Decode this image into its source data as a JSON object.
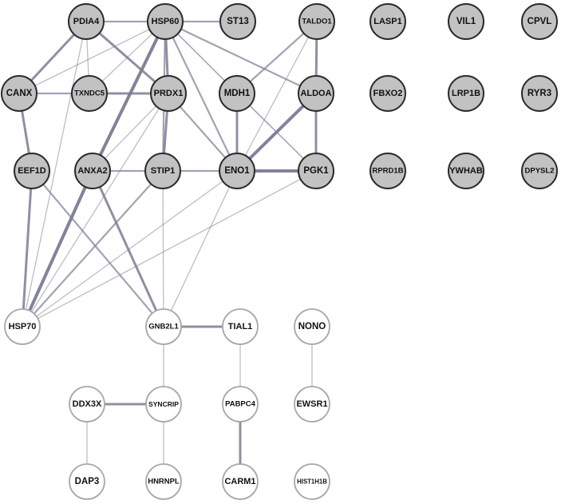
{
  "colors": {
    "filled_node": "#c2c2c2",
    "filled_stroke": "#2b2b2b",
    "open_node": "#ffffff",
    "open_stroke": "#a8a8a8",
    "edge": "#7a7c93",
    "label": "#111111"
  },
  "network": {
    "nodes": [
      {
        "id": "PDIA4",
        "label": "PDIA4",
        "style": "filled"
      },
      {
        "id": "HSP60",
        "label": "HSP60",
        "style": "filled"
      },
      {
        "id": "ST13",
        "label": "ST13",
        "style": "filled"
      },
      {
        "id": "TALDO1",
        "label": "TALDO1",
        "style": "filled"
      },
      {
        "id": "LASP1",
        "label": "LASP1",
        "style": "filled"
      },
      {
        "id": "VIL1",
        "label": "VIL1",
        "style": "filled"
      },
      {
        "id": "CPVL",
        "label": "CPVL",
        "style": "filled"
      },
      {
        "id": "CANX",
        "label": "CANX",
        "style": "filled"
      },
      {
        "id": "TXNDC5",
        "label": "TXNDC5",
        "style": "filled"
      },
      {
        "id": "PRDX1",
        "label": "PRDX1",
        "style": "filled"
      },
      {
        "id": "MDH1",
        "label": "MDH1",
        "style": "filled"
      },
      {
        "id": "ALDOA",
        "label": "ALDOA",
        "style": "filled"
      },
      {
        "id": "FBXO2",
        "label": "FBXO2",
        "style": "filled"
      },
      {
        "id": "LRP1B",
        "label": "LRP1B",
        "style": "filled"
      },
      {
        "id": "RYR3",
        "label": "RYR3",
        "style": "filled"
      },
      {
        "id": "EEF1D",
        "label": "EEF1D",
        "style": "filled"
      },
      {
        "id": "ANXA2",
        "label": "ANXA2",
        "style": "filled"
      },
      {
        "id": "STIP1",
        "label": "STIP1",
        "style": "filled"
      },
      {
        "id": "ENO1",
        "label": "ENO1",
        "style": "filled"
      },
      {
        "id": "PGK1",
        "label": "PGK1",
        "style": "filled"
      },
      {
        "id": "RPRD1B",
        "label": "RPRD1B",
        "style": "filled"
      },
      {
        "id": "YWHAB",
        "label": "YWHAB",
        "style": "filled"
      },
      {
        "id": "DPYSL2",
        "label": "DPYSL2",
        "style": "filled"
      },
      {
        "id": "HSP70",
        "label": "HSP70",
        "style": "open"
      },
      {
        "id": "GNB2L1",
        "label": "GNB2L1",
        "style": "open"
      },
      {
        "id": "TIAL1",
        "label": "TIAL1",
        "style": "open"
      },
      {
        "id": "NONO",
        "label": "NONO",
        "style": "open"
      },
      {
        "id": "DDX3X",
        "label": "DDX3X",
        "style": "open"
      },
      {
        "id": "SYNCRIP",
        "label": "SYNCRIP",
        "style": "open"
      },
      {
        "id": "PABPC4",
        "label": "PABPC4",
        "style": "open"
      },
      {
        "id": "EWSR1",
        "label": "EWSR1",
        "style": "open"
      },
      {
        "id": "DAP3",
        "label": "DAP3",
        "style": "open"
      },
      {
        "id": "HNRNPL",
        "label": "HNRNPL",
        "style": "open"
      },
      {
        "id": "CARM1",
        "label": "CARM1",
        "style": "open"
      },
      {
        "id": "HIST1H1B",
        "label": "HIST1H1B",
        "style": "open"
      }
    ],
    "edges": [
      {
        "source": "PDIA4",
        "target": "HSP60",
        "weight": 2
      },
      {
        "source": "PDIA4",
        "target": "CANX",
        "weight": 3
      },
      {
        "source": "PDIA4",
        "target": "TXNDC5",
        "weight": 1
      },
      {
        "source": "PDIA4",
        "target": "PRDX1",
        "weight": 3
      },
      {
        "source": "PDIA4",
        "target": "HSP70",
        "weight": 1
      },
      {
        "source": "HSP60",
        "target": "ST13",
        "weight": 2
      },
      {
        "source": "HSP60",
        "target": "CANX",
        "weight": 1
      },
      {
        "source": "HSP60",
        "target": "TXNDC5",
        "weight": 1
      },
      {
        "source": "HSP60",
        "target": "PRDX1",
        "weight": 3
      },
      {
        "source": "HSP60",
        "target": "MDH1",
        "weight": 1
      },
      {
        "source": "HSP60",
        "target": "ALDOA",
        "weight": 2
      },
      {
        "source": "HSP60",
        "target": "ENO1",
        "weight": 2
      },
      {
        "source": "HSP60",
        "target": "PGK1",
        "weight": 1
      },
      {
        "source": "HSP60",
        "target": "ANXA2",
        "weight": 4
      },
      {
        "source": "HSP60",
        "target": "STIP1",
        "weight": 2
      },
      {
        "source": "TALDO1",
        "target": "MDH1",
        "weight": 2
      },
      {
        "source": "TALDO1",
        "target": "ALDOA",
        "weight": 3
      },
      {
        "source": "TALDO1",
        "target": "ENO1",
        "weight": 1
      },
      {
        "source": "CANX",
        "target": "TXNDC5",
        "weight": 2
      },
      {
        "source": "CANX",
        "target": "EEF1D",
        "weight": 3
      },
      {
        "source": "TXNDC5",
        "target": "PRDX1",
        "weight": 3
      },
      {
        "source": "PRDX1",
        "target": "STIP1",
        "weight": 3
      },
      {
        "source": "PRDX1",
        "target": "ENO1",
        "weight": 2
      },
      {
        "source": "PRDX1",
        "target": "ANXA2",
        "weight": 1
      },
      {
        "source": "PRDX1",
        "target": "HSP70",
        "weight": 1
      },
      {
        "source": "MDH1",
        "target": "ENO1",
        "weight": 3
      },
      {
        "source": "MDH1",
        "target": "PGK1",
        "weight": 1
      },
      {
        "source": "ALDOA",
        "target": "ENO1",
        "weight": 4
      },
      {
        "source": "ALDOA",
        "target": "PGK1",
        "weight": 3
      },
      {
        "source": "EEF1D",
        "target": "HSP70",
        "weight": 3
      },
      {
        "source": "EEF1D",
        "target": "GNB2L1",
        "weight": 2
      },
      {
        "source": "ANXA2",
        "target": "HSP70",
        "weight": 4
      },
      {
        "source": "ANXA2",
        "target": "GNB2L1",
        "weight": 3
      },
      {
        "source": "ANXA2",
        "target": "ENO1",
        "weight": 2
      },
      {
        "source": "STIP1",
        "target": "HSP70",
        "weight": 2
      },
      {
        "source": "STIP1",
        "target": "GNB2L1",
        "weight": 1
      },
      {
        "source": "ENO1",
        "target": "PGK1",
        "weight": 4
      },
      {
        "source": "ENO1",
        "target": "HSP70",
        "weight": 1
      },
      {
        "source": "ENO1",
        "target": "GNB2L1",
        "weight": 1
      },
      {
        "source": "PGK1",
        "target": "HSP70",
        "weight": 1
      },
      {
        "source": "GNB2L1",
        "target": "TIAL1",
        "weight": 3
      },
      {
        "source": "GNB2L1",
        "target": "SYNCRIP",
        "weight": 1
      },
      {
        "source": "TIAL1",
        "target": "PABPC4",
        "weight": 1
      },
      {
        "source": "NONO",
        "target": "EWSR1",
        "weight": 1
      },
      {
        "source": "DDX3X",
        "target": "SYNCRIP",
        "weight": 3
      },
      {
        "source": "DDX3X",
        "target": "DAP3",
        "weight": 1
      },
      {
        "source": "SYNCRIP",
        "target": "HNRNPL",
        "weight": 1
      },
      {
        "source": "PABPC4",
        "target": "CARM1",
        "weight": 3
      }
    ]
  }
}
